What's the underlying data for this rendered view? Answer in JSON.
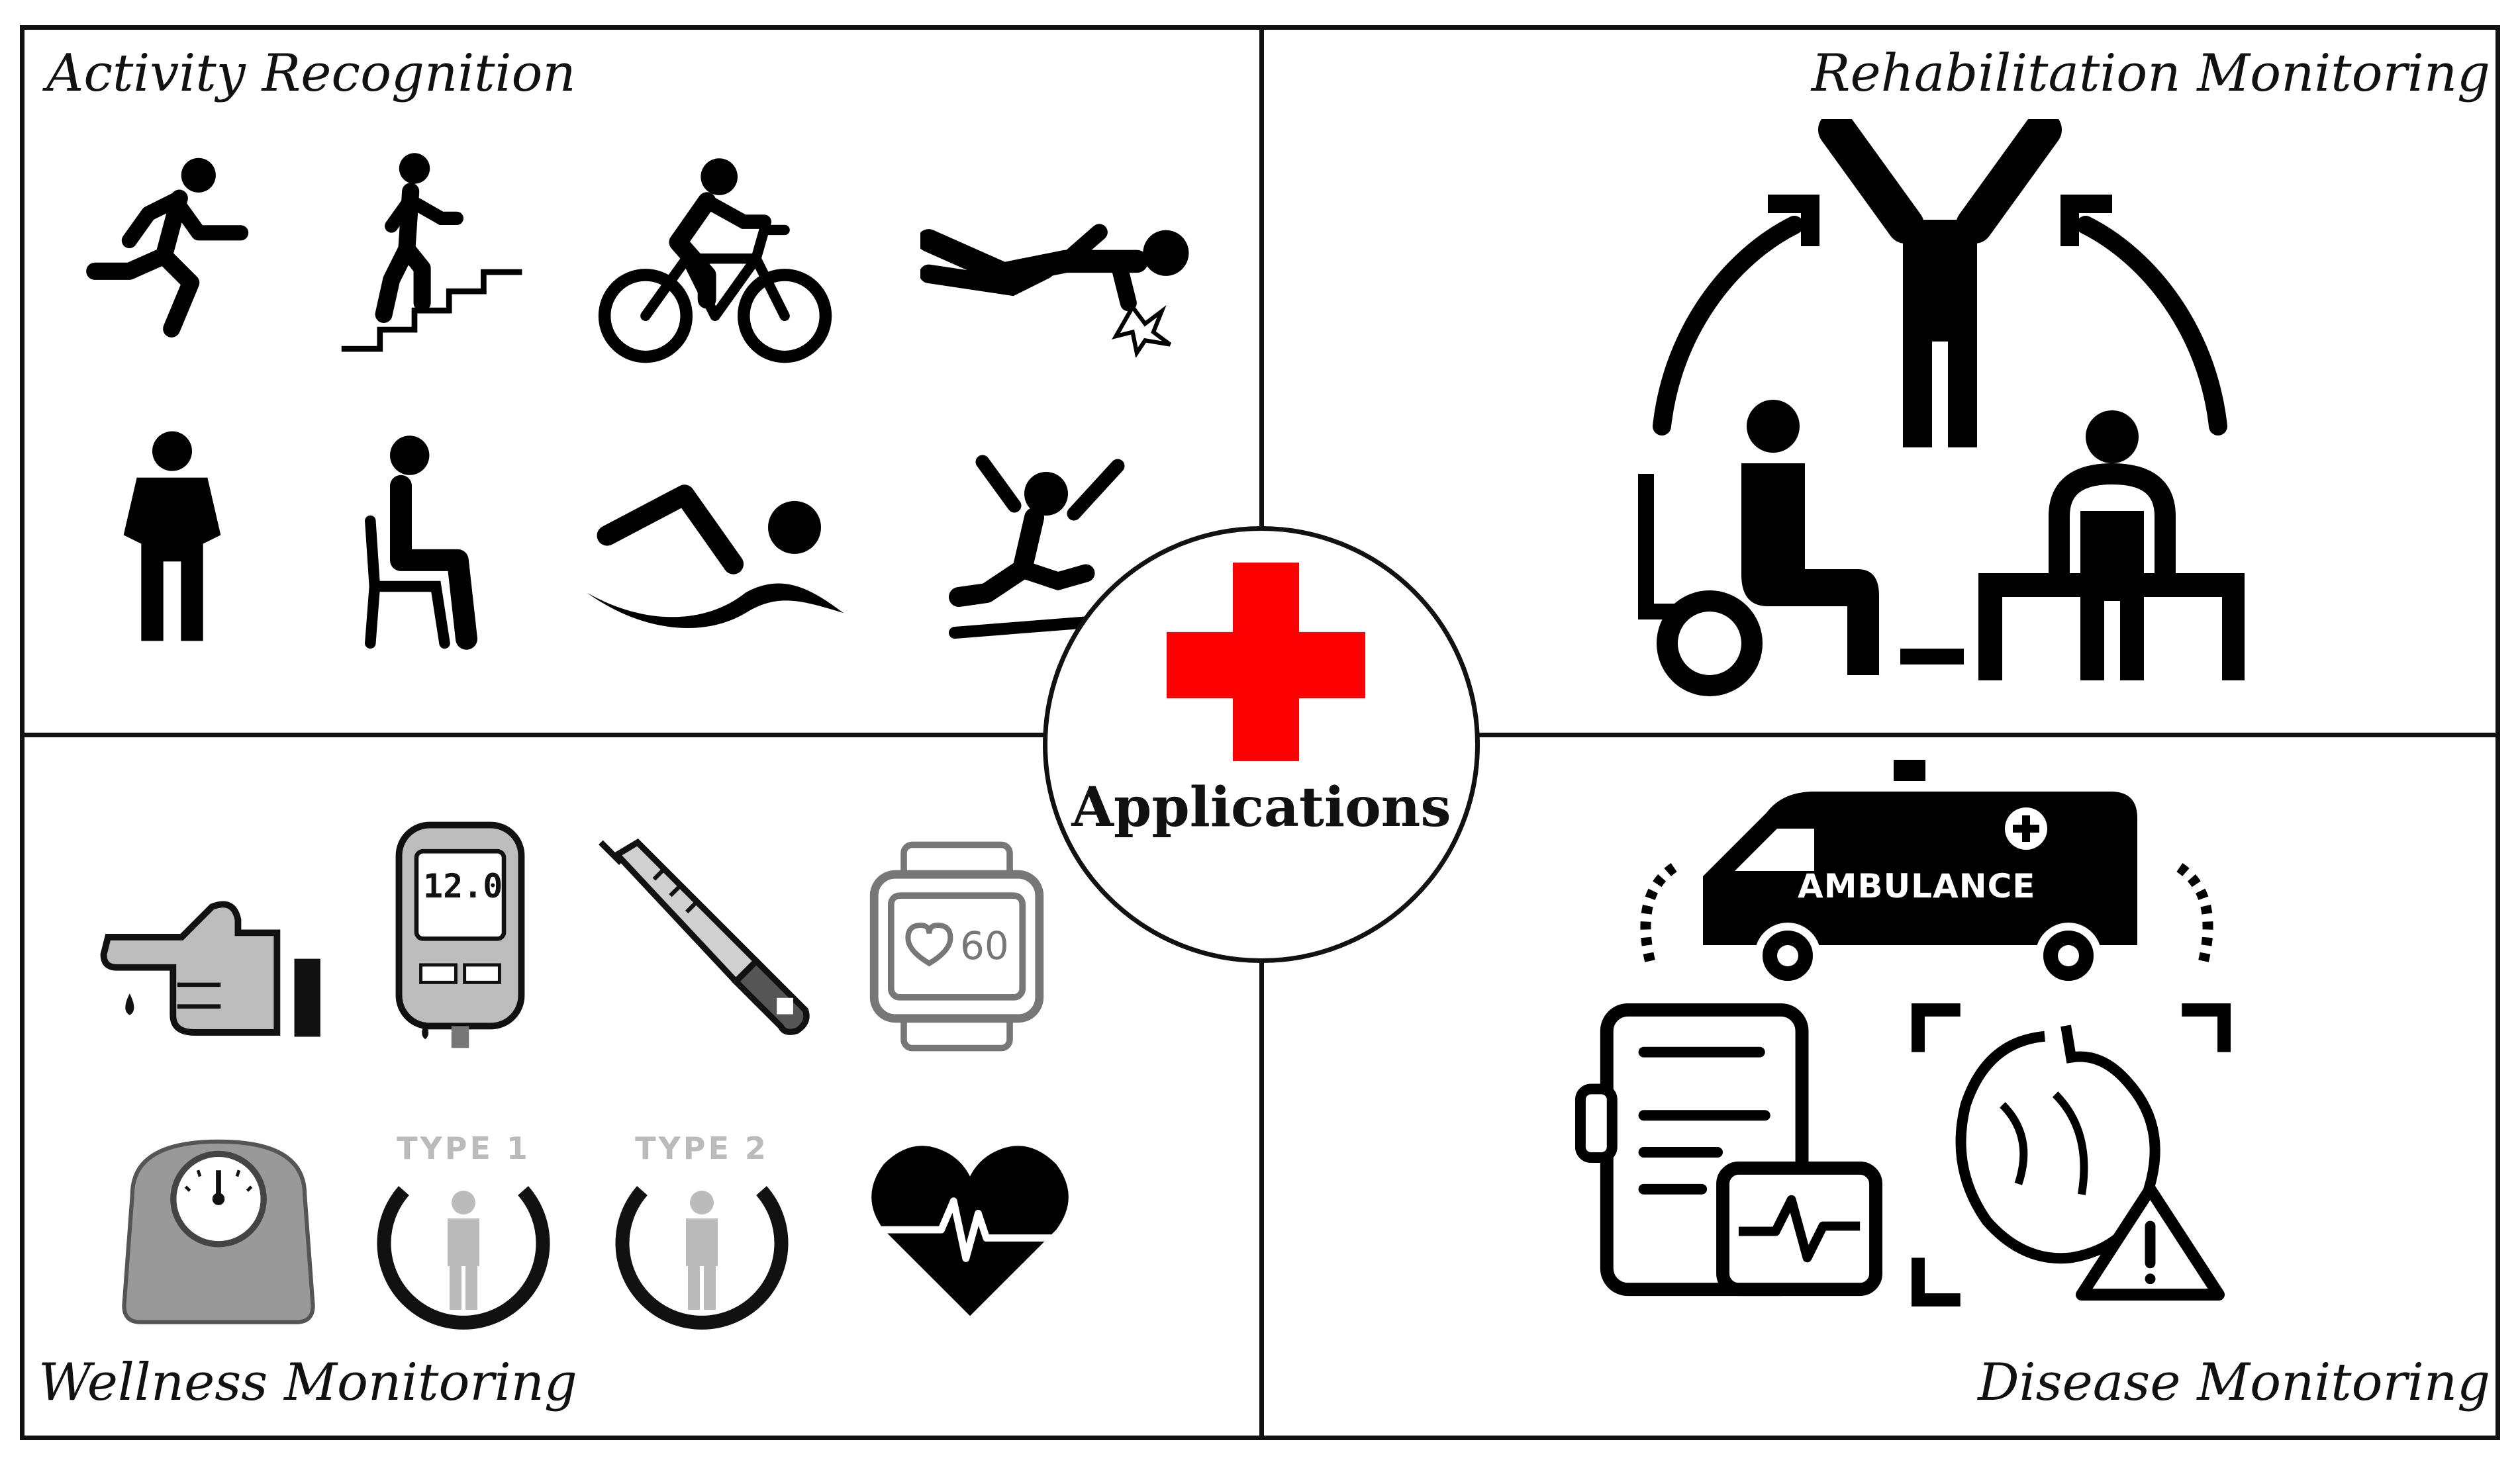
{
  "quadrants": {
    "top_left": "Activity Recognition",
    "top_right": "Rehabilitation Monitoring",
    "bottom_left": "Wellness Monitoring",
    "bottom_right": "Disease Monitoring"
  },
  "center": {
    "label": "Applications",
    "cross_color": "#ff0000"
  },
  "icons": {
    "glucose_meter_reading": "12.0",
    "smartwatch_reading": "60",
    "type1_label": "TYPE 1",
    "type2_label": "TYPE 2",
    "ambulance_label": "AMBULANCE"
  }
}
